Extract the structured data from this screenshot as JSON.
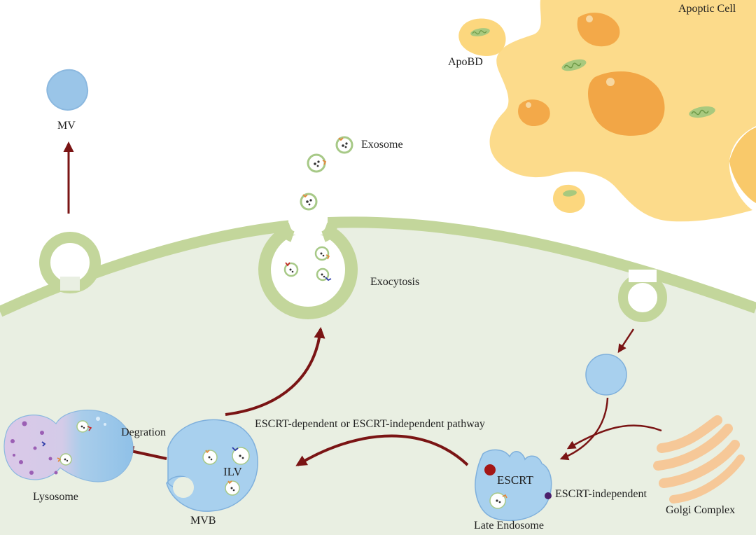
{
  "labels": {
    "apoptic_cell": "Apoptic Cell",
    "apobd": "ApoBD",
    "mv": "MV",
    "exosome": "Exosome",
    "exocytosis": "Exocytosis",
    "degration": "Degration",
    "lysosome": "Lysosome",
    "mvb": "MVB",
    "ilv": "ILV",
    "pathway": "ESCRT-dependent or ESCRT-independent pathway",
    "escrt": "ESCRT",
    "escrt_independent": "ESCRT-independent",
    "late_endosome": "Late Endosome",
    "golgi_complex": "Golgi Complex"
  },
  "colors": {
    "membrane": "#c3d69b",
    "cytoplasm": "#e9efe2",
    "vesicle_blue": "#9ac5e8",
    "vesicle_edge": "#7fb0dc",
    "lysosome_purple": "#d9c5e6",
    "lysosome_dot": "#9b5fb4",
    "arrow": "#7a1414",
    "apoptotic_yellow": "#fcd77e",
    "apoptotic_orange": "#f2a646",
    "golgi": "#f6c898",
    "escrt_red": "#a31616",
    "escrt_purple": "#4b1f6b"
  }
}
